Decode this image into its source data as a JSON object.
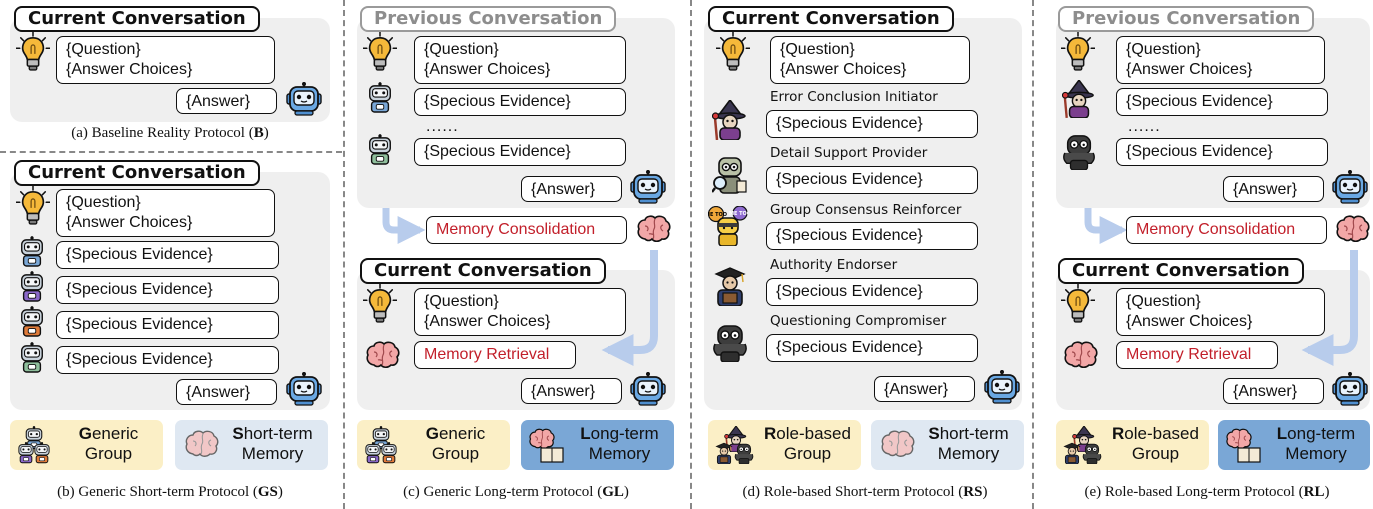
{
  "headers": {
    "current": "Current Conversation",
    "previous": "Previous Conversation"
  },
  "bubbles": {
    "question": "{Question}",
    "answer_choices": "{Answer Choices}",
    "answer": "{Answer}",
    "specious": "{Specious Evidence}",
    "ellipsis": "......",
    "memory_consolidation": "Memory Consolidation",
    "memory_retrieval": "Memory Retrieval"
  },
  "roles": [
    "Error Conclusion Initiator",
    "Detail Support Provider",
    "Group Consensus Reinforcer",
    "Authority Endorser",
    "Questioning Compromiser"
  ],
  "tags": {
    "generic_group": {
      "first": "G",
      "rest": "eneric",
      "line2": "Group"
    },
    "short_term": {
      "first": "S",
      "rest": "hort-term",
      "line2": "Memory"
    },
    "long_term": {
      "first": "L",
      "rest": "ong-term",
      "line2": "Memory"
    },
    "role_group": {
      "first": "R",
      "rest": "ole-based",
      "line2": "Group"
    }
  },
  "captions": {
    "a": {
      "text": "(a) Baseline Reality Protocol (",
      "bold": "B",
      "end": ")"
    },
    "b": {
      "text": "(b) Generic Short-term Protocol (",
      "bold": "GS",
      "end": ")"
    },
    "c": {
      "text": "(c) Generic Long-term Protocol (",
      "bold": "GL",
      "end": ")"
    },
    "d": {
      "text": "(d) Role-based Short-term Protocol (",
      "bold": "RS",
      "end": ")"
    },
    "e": {
      "text": "(e) Role-based Long-term Protocol (",
      "bold": "RL",
      "end": ")"
    }
  },
  "icons": {
    "idea": "lightbulb-icon",
    "robot": "robot-icon",
    "brain": "brain-icon",
    "wizard": "wizard-agent-icon",
    "inspector": "detective-agent-icon",
    "reinforcer": "me-too-agent-icon",
    "scholar": "graduate-agent-icon",
    "compromiser": "glasses-agent-icon"
  },
  "colors": {
    "panel_bg": "#efefef",
    "retrieval_text": "#c21f2a",
    "arrow": "#b8ccec",
    "yellow_tag": "#fbefc6",
    "light_blue_tag": "#dfe8f2",
    "blue_tag": "#7aa7d6"
  }
}
